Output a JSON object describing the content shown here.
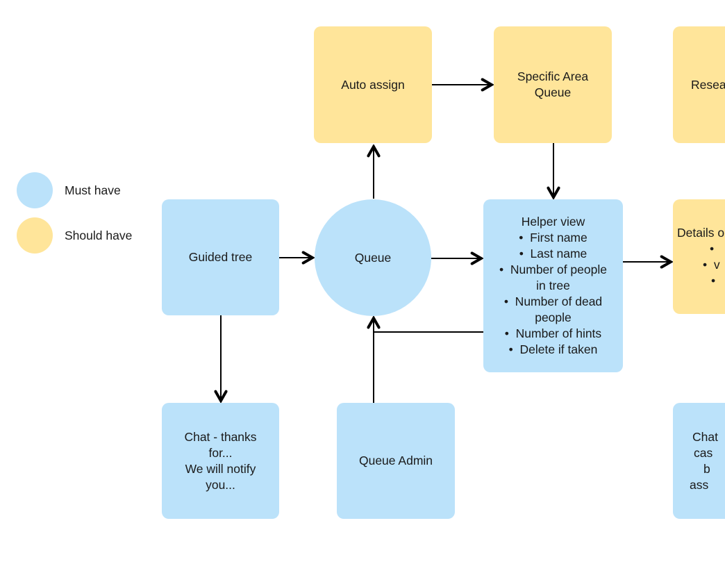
{
  "colors": {
    "must_have_fill": "#BBE2FA",
    "should_have_fill": "#FFE59A",
    "arrow": "#000000",
    "text": "#1a1a1a",
    "background": "#FFFFFF"
  },
  "legend": {
    "items": [
      {
        "label": "Must have",
        "category": "must-have"
      },
      {
        "label": "Should have",
        "category": "should-have"
      }
    ]
  },
  "nodes": {
    "auto_assign": {
      "label": "Auto assign",
      "category": "should-have"
    },
    "specific_area_queue": {
      "label": "Specific Area Queue",
      "category": "should-have"
    },
    "research_partial": {
      "lines": [
        "Resea"
      ],
      "category": "should-have",
      "clipped": "right edge"
    },
    "guided_tree": {
      "label": "Guided tree",
      "category": "must-have"
    },
    "queue": {
      "label": "Queue",
      "category": "must-have",
      "shape": "circle"
    },
    "helper_view": {
      "lines": [
        "Helper view",
        "•  First name",
        "•  Last name",
        "•  Number of people",
        "in tree",
        "•  Number of dead",
        "people",
        "•  Number of hints",
        "•  Delete if taken"
      ],
      "category": "must-have"
    },
    "details_partial": {
      "lines": [
        "Details o",
        "•",
        "•  v",
        "•"
      ],
      "category": "should-have",
      "clipped": "right edge"
    },
    "chat_thanks": {
      "lines": [
        "Chat - thanks",
        "for...",
        "We will notify",
        "you..."
      ],
      "category": "must-have"
    },
    "queue_admin": {
      "label": "Queue Admin",
      "category": "must-have"
    },
    "chat_partial": {
      "lines": [
        "Chat",
        "cas",
        "b",
        "ass"
      ],
      "category": "must-have",
      "clipped": "right edge"
    }
  },
  "edges": [
    {
      "from": "auto_assign",
      "to": "specific_area_queue"
    },
    {
      "from": "queue",
      "to": "auto_assign"
    },
    {
      "from": "specific_area_queue",
      "to": "helper_view"
    },
    {
      "from": "guided_tree",
      "to": "queue"
    },
    {
      "from": "queue",
      "to": "helper_view"
    },
    {
      "from": "helper_view",
      "to": "details_partial"
    },
    {
      "from": "guided_tree",
      "to": "chat_thanks"
    },
    {
      "from": "queue_admin",
      "to": "queue"
    },
    {
      "from": "helper_view",
      "to": "queue"
    }
  ]
}
